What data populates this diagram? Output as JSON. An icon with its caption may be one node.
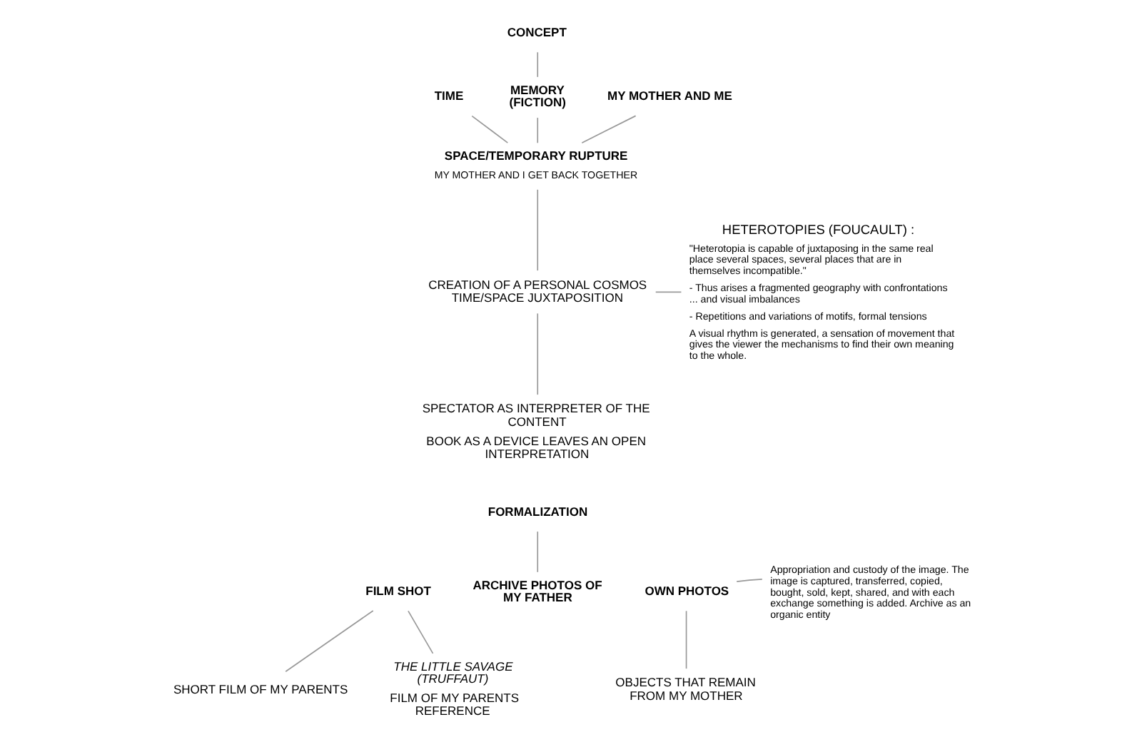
{
  "diagram": {
    "nodes": [
      {
        "text": [
          "CONCEPT"
        ]
      },
      {
        "text": [
          "TIME"
        ]
      },
      {
        "text": [
          "MEMORY (FICTION)"
        ]
      },
      {
        "text": [
          "MY MOTHER AND ME"
        ]
      },
      {
        "text": [
          "SPACE/TEMPORARY RUPTURE",
          "MY MOTHER AND I GET BACK TOGETHER"
        ]
      },
      {
        "text": [
          "CREATION OF A PERSONAL COSMOS TIME/SPACE JUXTAPOSITION"
        ]
      },
      {
        "text": [
          "SPECTATOR AS INTERPRETER OF THE CONTENT",
          "BOOK AS A DEVICE LEAVES AN OPEN INTERPRETATION"
        ]
      },
      {
        "text": [
          "HETEROTOPIES (FOUCAULT) :",
          "\"Heterotopia is capable of juxtaposing in the same real place several spaces, several places that are in themselves incompatible.\"",
          "- Thus arises a fragmented geography with confrontations ... and visual imbalances",
          "- Repetitions and variations of motifs, formal tensions",
          "A visual rhythm is generated, a sensation of movement that gives the viewer the mechanisms to find their own meaning to the whole."
        ]
      },
      {
        "text": [
          "FORMALIZATION"
        ]
      },
      {
        "text": [
          "FILM SHOT"
        ]
      },
      {
        "text": [
          "ARCHIVE PHOTOS OF MY FATHER"
        ]
      },
      {
        "text": [
          "OWN PHOTOS"
        ]
      },
      {
        "text": [
          "Appropriation and custody of the image. The image is captured, transferred, copied, bought, sold, kept, shared, and with each exchange something is added. Archive as an organic entity"
        ]
      },
      {
        "text": [
          "SHORT FILM OF MY PARENTS"
        ]
      },
      {
        "text": [
          "THE LITTLE SAVAGE (TRUFFAUT)",
          "FILM OF MY PARENTS REFERENCE"
        ]
      },
      {
        "text": [
          "OBJECTS THAT REMAIN FROM MY MOTHER"
        ]
      }
    ],
    "edges": [
      {
        "from": 0,
        "to": 2,
        "arrow": "none"
      },
      {
        "from": 1,
        "to": 4,
        "arrow": "none"
      },
      {
        "from": 2,
        "to": 4,
        "arrow": "none"
      },
      {
        "from": 3,
        "to": 4,
        "arrow": "none"
      },
      {
        "from": 4,
        "to": 5,
        "arrow": "none"
      },
      {
        "from": 5,
        "to": 6,
        "arrow": "none"
      },
      {
        "from": 5,
        "to": 7,
        "arrow": "none"
      },
      {
        "from": 8,
        "to": 10,
        "arrow": "none"
      },
      {
        "from": 9,
        "to": 13,
        "arrow": "none"
      },
      {
        "from": 9,
        "to": 14,
        "arrow": "none"
      },
      {
        "from": 11,
        "to": 15,
        "arrow": "none"
      },
      {
        "from": 11,
        "to": 12,
        "arrow": "none"
      }
    ]
  }
}
